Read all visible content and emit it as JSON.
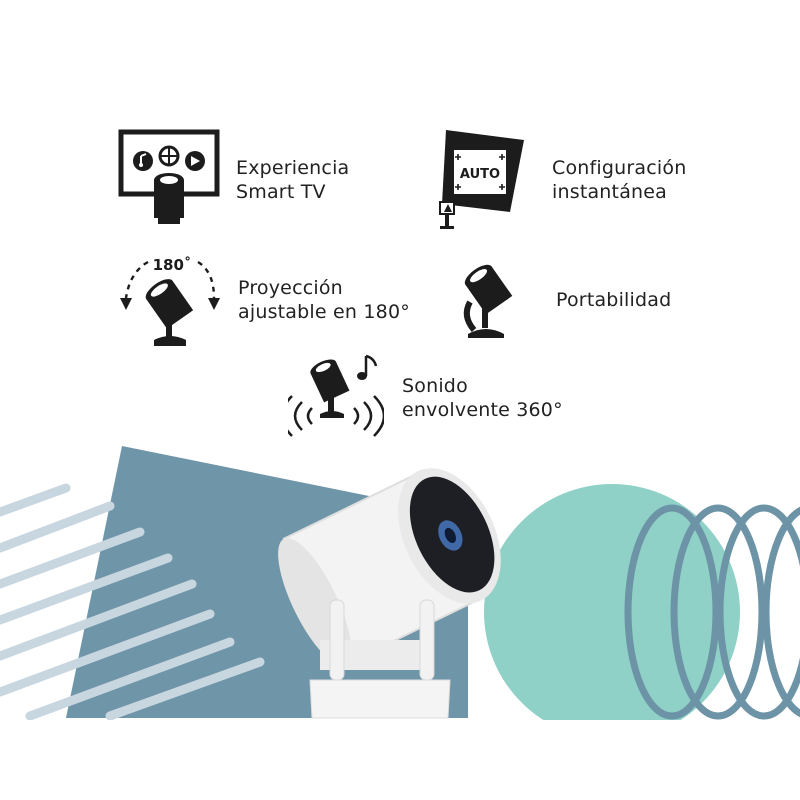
{
  "features": {
    "smart_tv": {
      "line1": "Experiencia",
      "line2": "Smart TV",
      "icon": "smart-tv-icon"
    },
    "auto_setup": {
      "line1": "Configuración",
      "line2": "instantánea",
      "icon": "auto-setup-icon"
    },
    "projection": {
      "line1": "Proyección",
      "line2": "ajustable en 180°",
      "icon": "rotate-180-icon"
    },
    "portability": {
      "line1": "Portabilidad",
      "icon": "portable-projector-icon"
    },
    "sound": {
      "line1": "Sonido",
      "line2": "envolvente 360°",
      "icon": "surround-sound-icon"
    }
  },
  "icon_texts": {
    "auto": "AUTO",
    "angle": "180˚"
  },
  "colors": {
    "icon": "#1c1c1c",
    "slate_blue": "#6f95a8",
    "mint": "#8fd1c6",
    "light_stripe": "#c8d6e0",
    "spiral": "#6d93a6"
  }
}
